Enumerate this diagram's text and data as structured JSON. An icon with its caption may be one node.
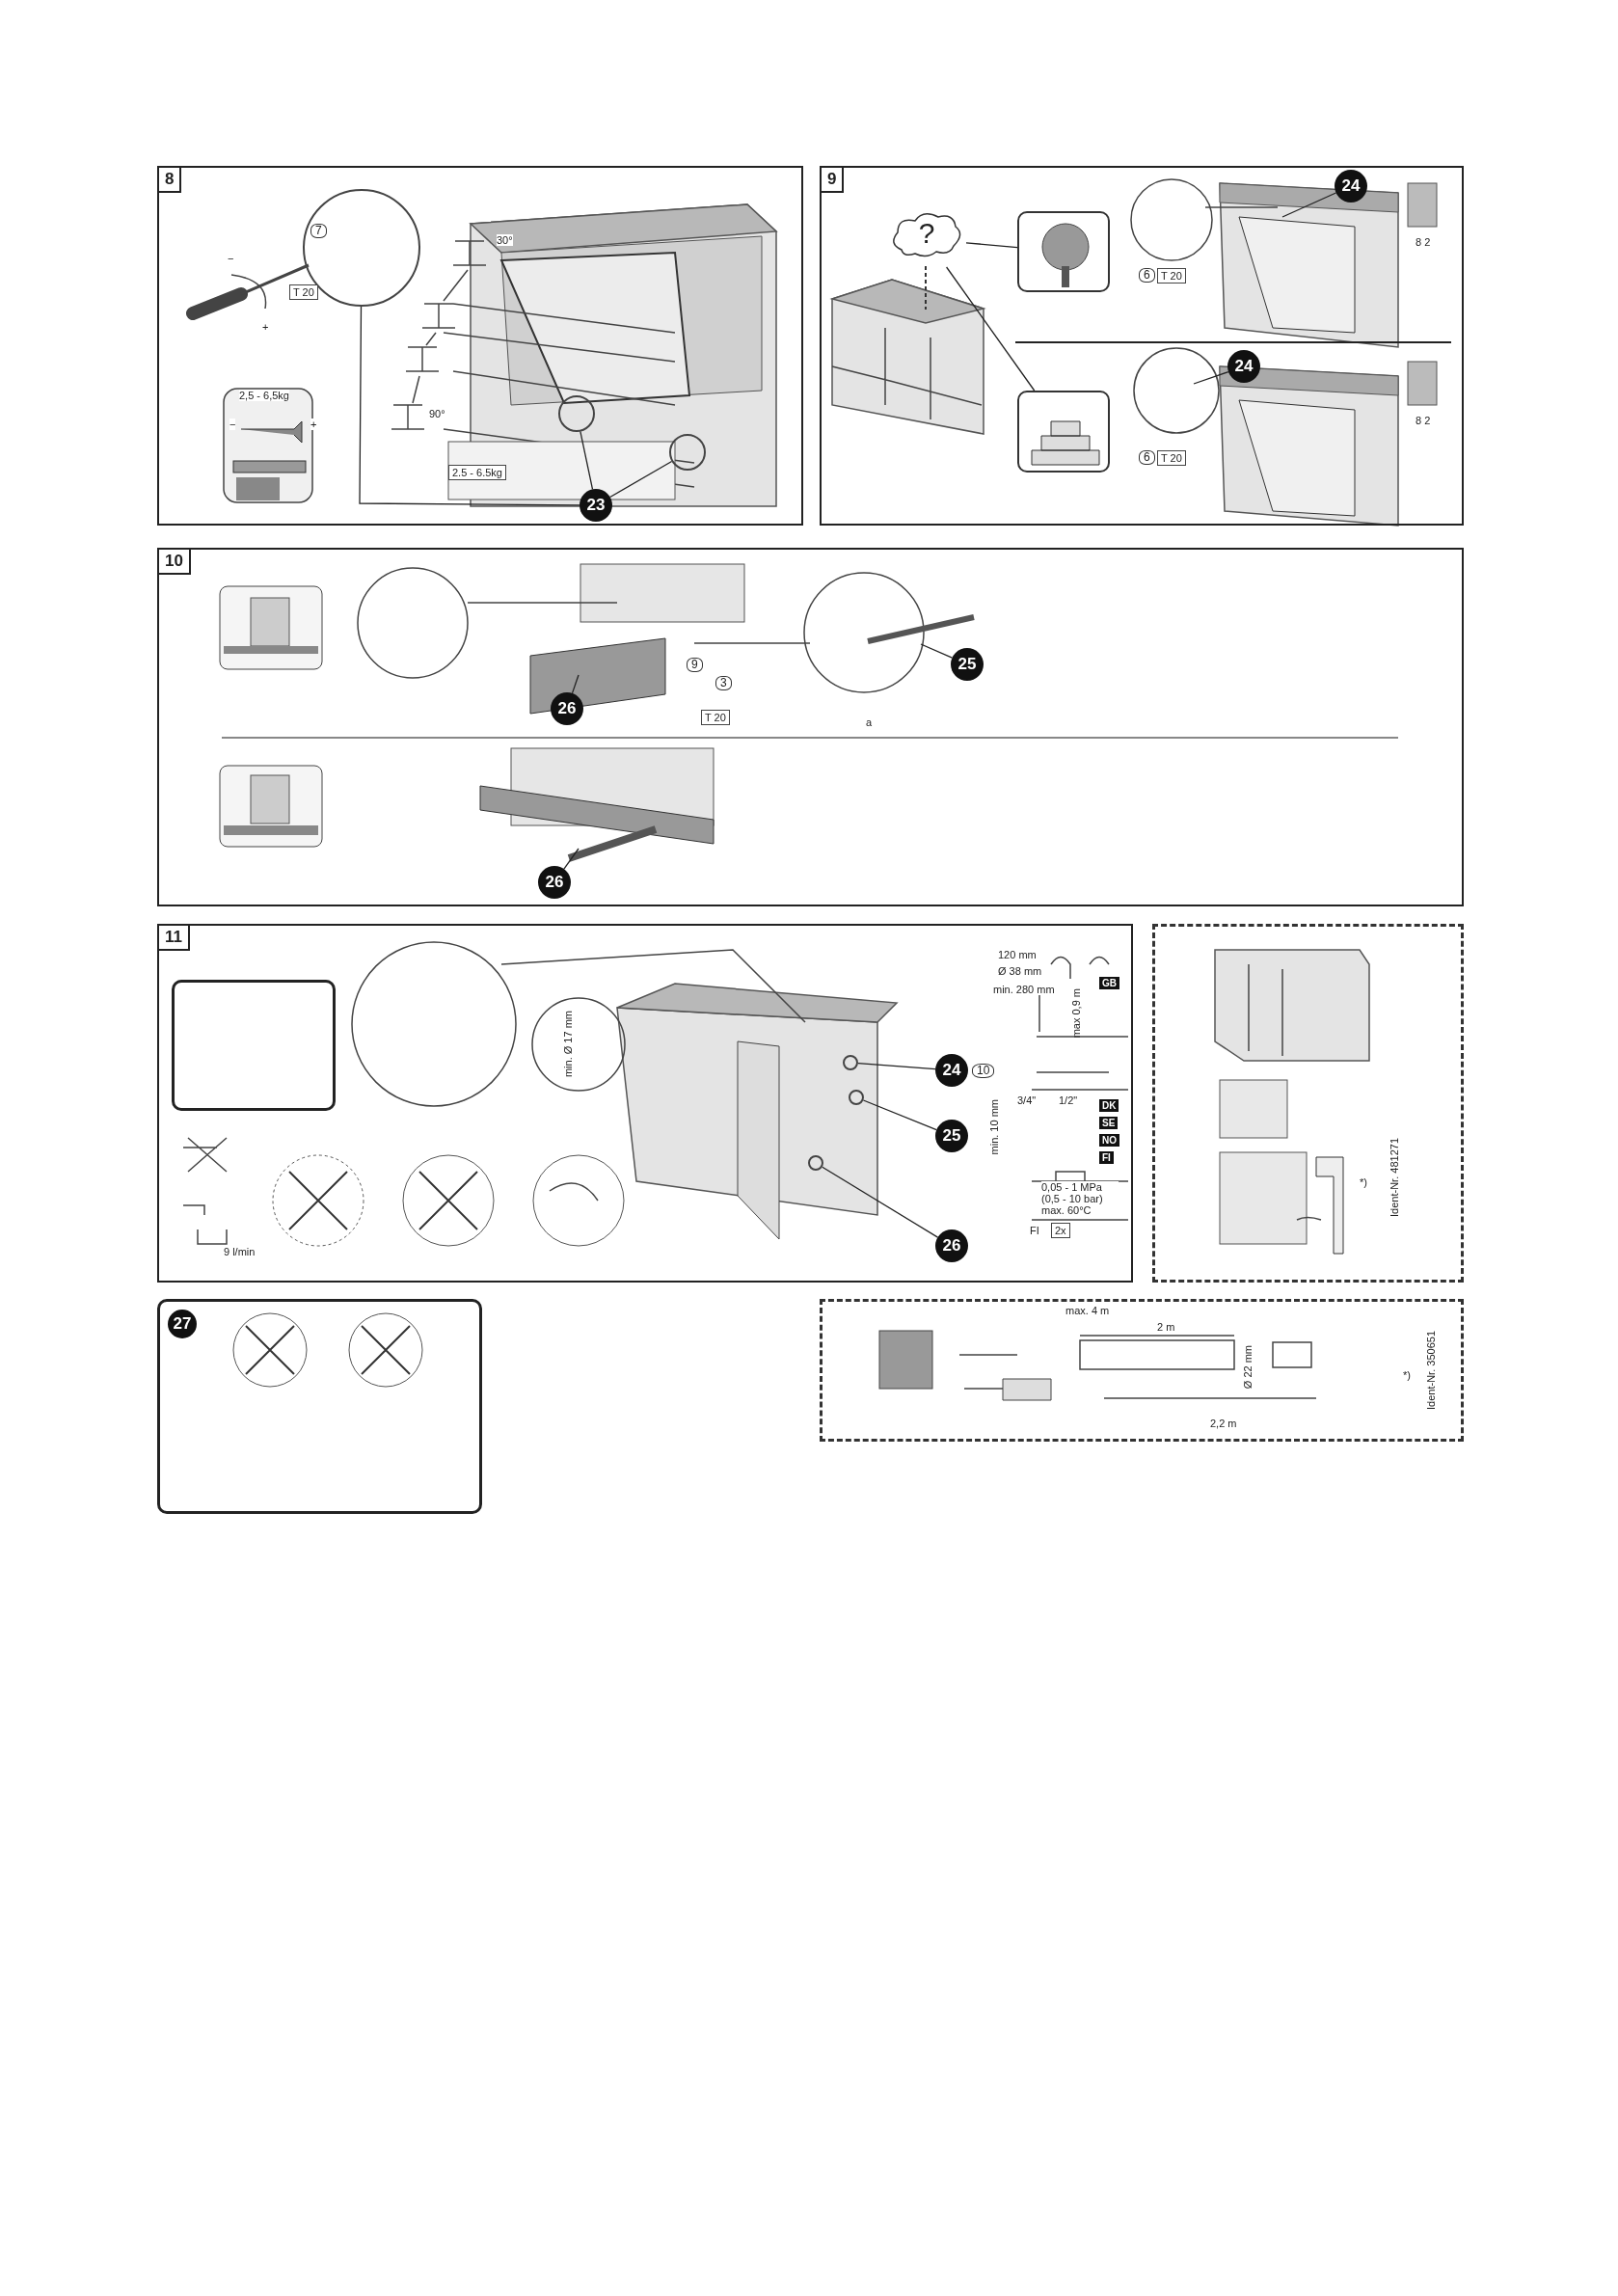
{
  "diagram": {
    "nodes": [
      {
        "text": [
          "8"
        ]
      },
      {
        "text": [
          "23"
        ],
        "in": 0
      },
      {
        "text": [],
        "shape": "circle",
        "in": 0
      },
      {
        "text": [],
        "shape": "circle",
        "in": 0
      },
      {
        "text": [],
        "shape": "circle",
        "in": 0
      },
      {
        "text": [
          "9"
        ]
      },
      {
        "text": [
          "?"
        ],
        "in": 5
      },
      {
        "text": [],
        "shape": "picture",
        "in": 5
      },
      {
        "text": [],
        "shape": "picture",
        "in": 5
      },
      {
        "text": [
          "24"
        ],
        "in": 5
      },
      {
        "text": [
          "24"
        ],
        "in": 5
      },
      {
        "text": [
          "10"
        ]
      },
      {
        "text": [
          "26"
        ],
        "in": 11
      },
      {
        "text": [
          "25"
        ],
        "in": 11
      },
      {
        "text": [
          "26"
        ],
        "in": 11
      },
      {
        "text": [
          "11"
        ]
      },
      {
        "text": [],
        "shape": "box",
        "in": 15
      },
      {
        "text": [
          "24"
        ],
        "in": 15
      },
      {
        "text": [
          "25"
        ],
        "in": 15
      },
      {
        "text": [
          "26"
        ],
        "in": 15
      },
      {
        "text": [],
        "shape": "box"
      },
      {
        "text": [
          "27"
        ]
      },
      {
        "text": [],
        "shape": "box"
      },
      {
        "text": [],
        "shape": "circle",
        "in": 15
      },
      {
        "text": [],
        "shape": "circle",
        "in": 15
      },
      {
        "text": [],
        "shape": "circle",
        "in": 15
      }
    ],
    "edges": [
      {
        "from": 1,
        "to": 2,
        "arrow": "none"
      },
      {
        "from": 1,
        "to": 3,
        "arrow": "none"
      },
      {
        "from": 4,
        "to": 1,
        "arrow": "none"
      },
      {
        "from": 6,
        "to": 7,
        "arrow": "none"
      },
      {
        "from": 6,
        "to": 8,
        "arrow": "none"
      },
      {
        "from": 9,
        "to": null,
        "arrow": "none"
      },
      {
        "from": 10,
        "to": null,
        "arrow": "none"
      },
      {
        "from": 12,
        "to": null,
        "arrow": "none"
      },
      {
        "from": 13,
        "to": null,
        "arrow": "none"
      },
      {
        "from": 14,
        "to": null,
        "arrow": "none"
      },
      {
        "from": 17,
        "to": 23,
        "arrow": "none"
      },
      {
        "from": 18,
        "to": 24,
        "arrow": "none"
      },
      {
        "from": 19,
        "to": 25,
        "arrow": "none"
      }
    ],
    "labels": [
      "7",
      "T 20",
      "30°",
      "−",
      "+",
      "90°",
      "2,5 - 6,5kg",
      "−",
      "+",
      "2.5 - 6.5kg",
      "6",
      "T 20",
      "8 2",
      "6",
      "T 20",
      "8 2",
      "9",
      "3",
      "T 20",
      "a",
      "min. Ø 17 mm",
      "120 mm",
      "Ø 38 mm",
      "min. 280 mm",
      "max 0,9 m",
      "GB",
      "10",
      "3/4\"",
      "1/2\"",
      "min. 10 mm",
      "DK",
      "SE",
      "NO",
      "FI",
      "0,05 - 1 MPa (0,5 - 10 bar) max. 60°C",
      "FI",
      "2x",
      "9 l/min",
      "*)",
      "Ident-Nr. 481271",
      "max. 4 m",
      "2 m",
      "Ø 22 mm",
      "2,2 m",
      "*)",
      "Ident-Nr. 350651"
    ]
  }
}
